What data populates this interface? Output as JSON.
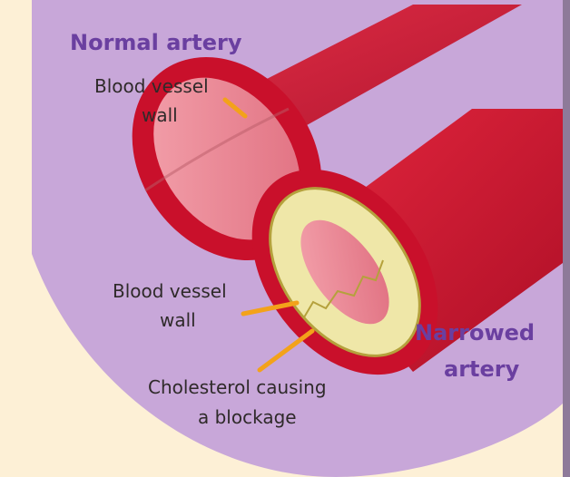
{
  "titles": {
    "normal": "Normal artery",
    "narrowed_line1": "Narrowed",
    "narrowed_line2": "artery"
  },
  "labels": {
    "vessel_wall_top_line1": "Blood vessel",
    "vessel_wall_top_line2": "wall",
    "vessel_wall_bottom_line1": "Blood vessel",
    "vessel_wall_bottom_line2": "wall",
    "cholesterol_line1": "Cholesterol causing",
    "cholesterol_line2": "a blockage"
  },
  "colors": {
    "background": "#fdf0d6",
    "purple_panel": "#c8a7d9",
    "title_text": "#6a3fa0",
    "vessel_dark": "#b5122b",
    "vessel_mid": "#d91f36",
    "vessel_inner": "#e97c8c",
    "cholesterol": "#efe7a8",
    "pointer": "#f3a21a"
  }
}
